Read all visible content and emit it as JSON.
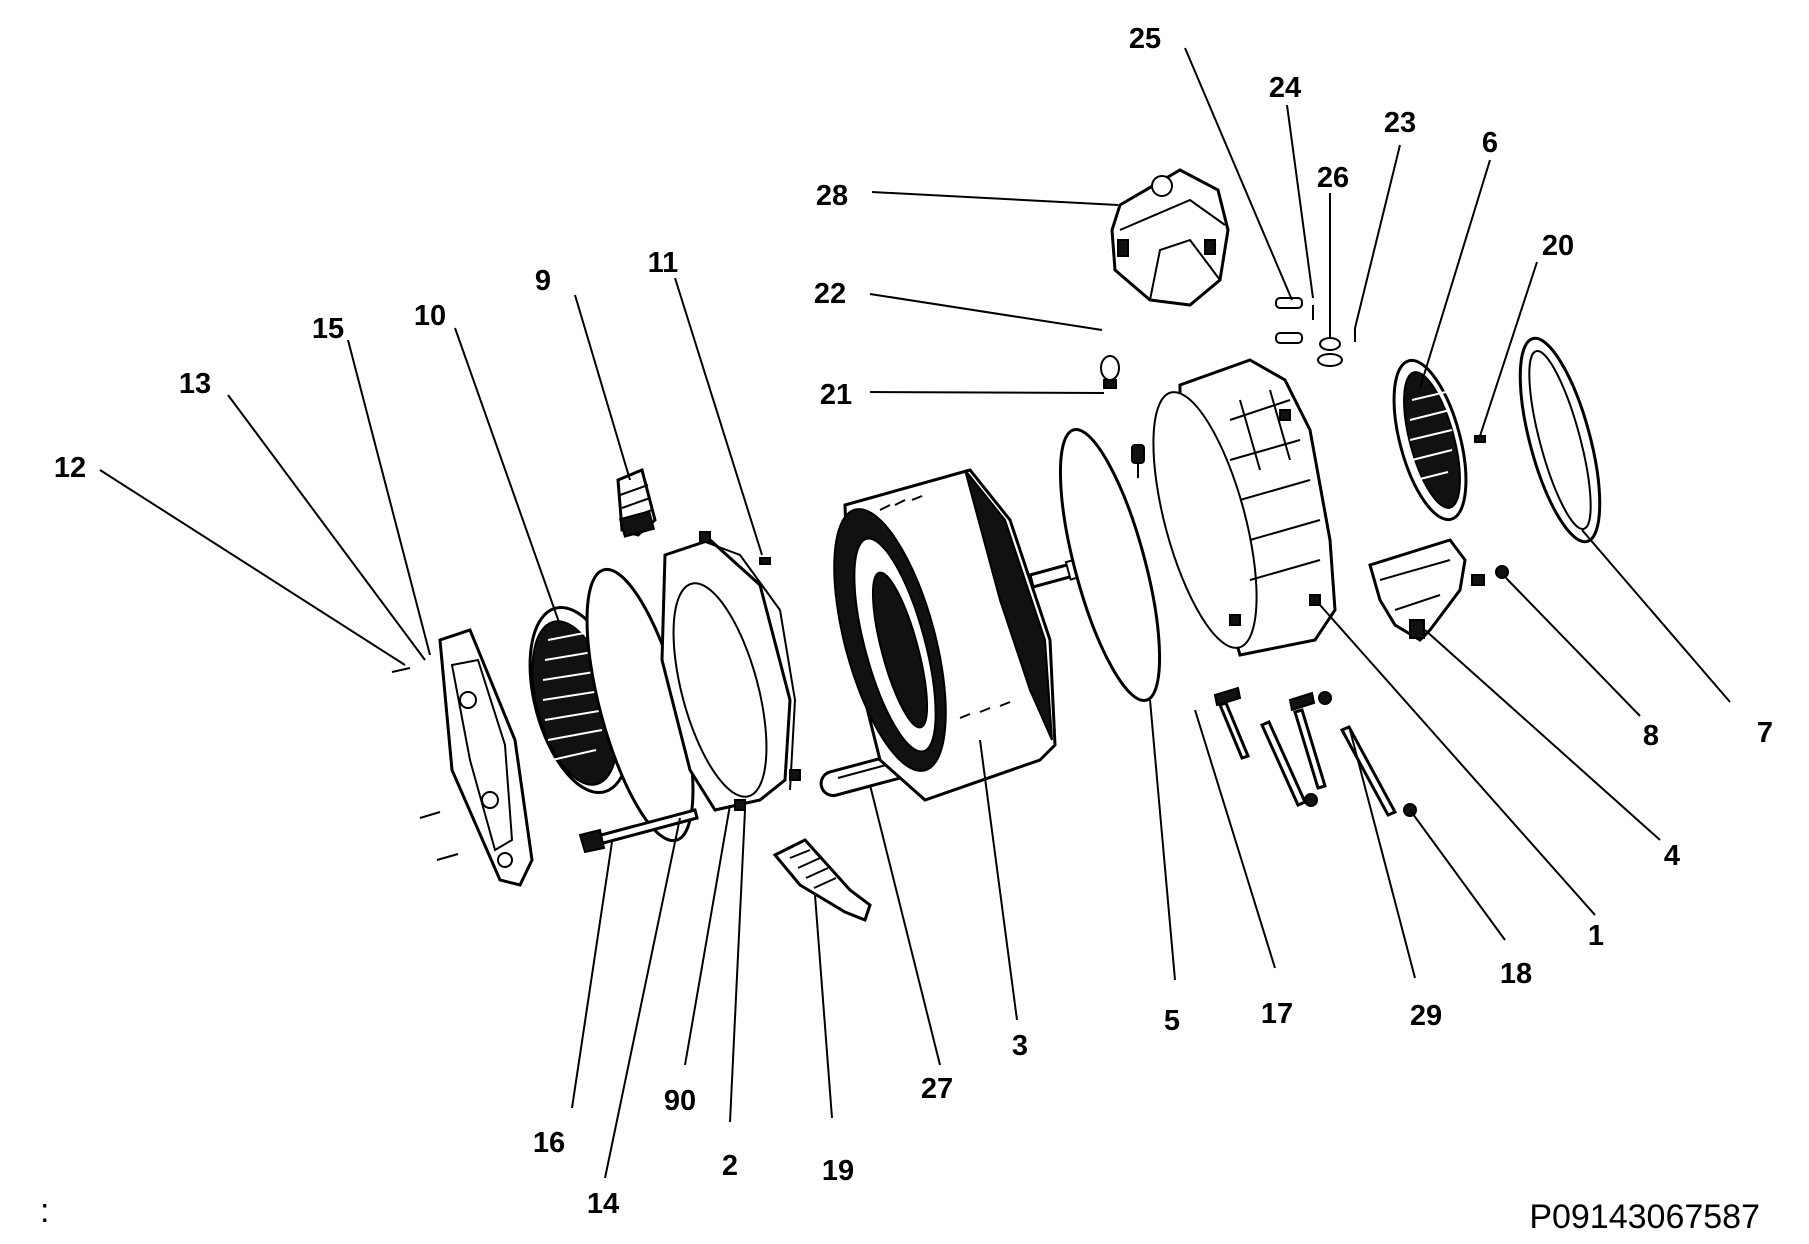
{
  "diagram": {
    "type": "exploded-parts-diagram",
    "document_code": "P09143067587",
    "corner_mark": ":",
    "callouts": [
      "1",
      "2",
      "3",
      "4",
      "5",
      "6",
      "7",
      "8",
      "9",
      "10",
      "11",
      "12",
      "13",
      "14",
      "15",
      "16",
      "17",
      "18",
      "19",
      "20",
      "21",
      "22",
      "23",
      "24",
      "25",
      "26",
      "27",
      "28",
      "29",
      "90"
    ]
  }
}
